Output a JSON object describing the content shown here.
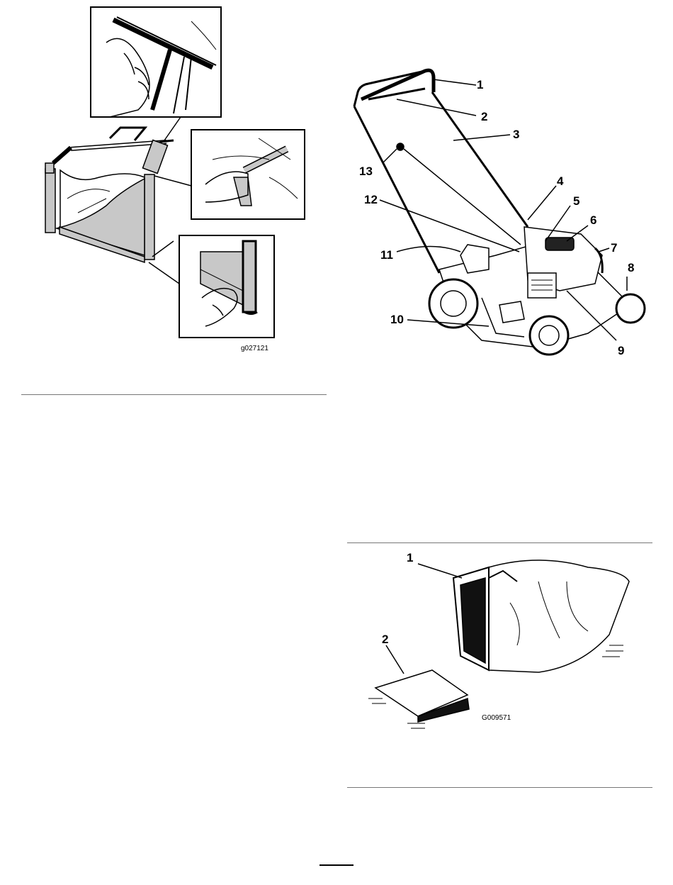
{
  "figure_bag_assembly": {
    "figure_id": "g027121"
  },
  "figure_mower_overview": {
    "callouts": [
      "1",
      "2",
      "3",
      "4",
      "5",
      "6",
      "7",
      "8",
      "9",
      "10",
      "11",
      "12",
      "13"
    ]
  },
  "figure_bag_and_plug": {
    "figure_id": "G009571",
    "callouts": [
      "1",
      "2"
    ]
  },
  "colors": {
    "line": "#000000",
    "fabric_gray": "#c8c8c8",
    "rule": "#777777"
  }
}
